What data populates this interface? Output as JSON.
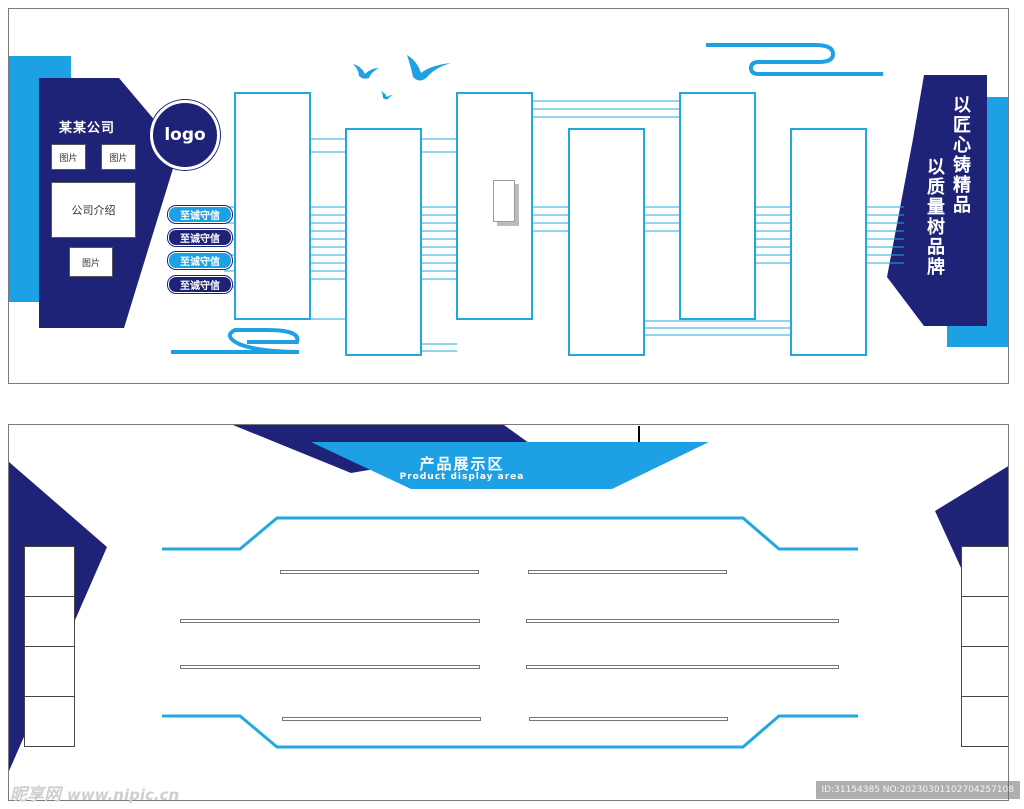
{
  "top_panel": {
    "company_name": "某某公司",
    "logo_text": "logo",
    "photo_label": "图片",
    "intro_label": "公司介绍",
    "pills": [
      "至诚守信",
      "至诚守信",
      "至诚守信",
      "至诚守信"
    ],
    "slogan_line1": "以匠心铸精品",
    "slogan_line2": "以质量树品牌"
  },
  "bottom_panel": {
    "zone_title": "产品展示区",
    "zone_subtitle": "Product display area"
  },
  "watermark": {
    "site_name": "昵享网",
    "site_url": "www.nipic.cn",
    "image_id": "ID:31154385 NO:20230301102704257108"
  },
  "colors": {
    "navy": "#1e2378",
    "sky_blue": "#1ea0e4",
    "line_blue": "#22a8de"
  }
}
